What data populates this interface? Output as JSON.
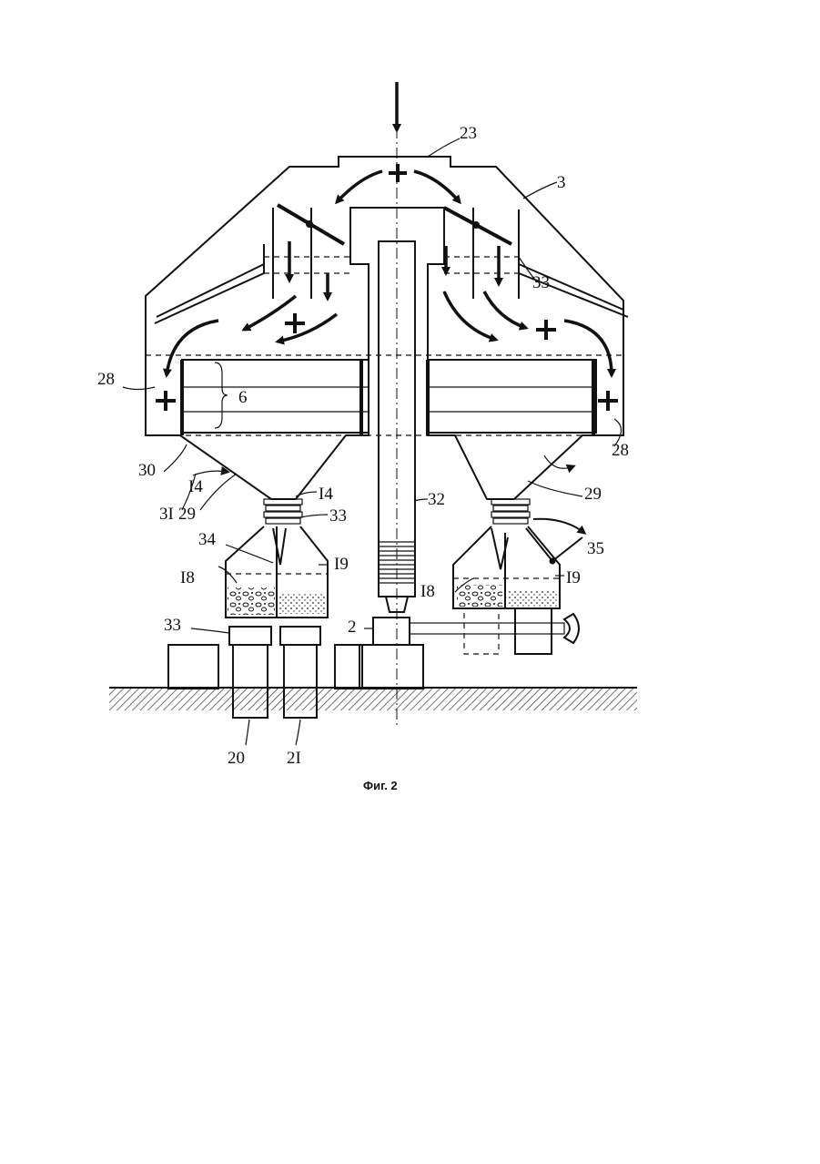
{
  "figure": {
    "caption": "Фиг. 2",
    "labels": {
      "l23": "23",
      "l3": "3",
      "l33a": "33",
      "l28left": "28",
      "l6": "6",
      "l28right": "28",
      "l30": "30",
      "l14a": "I4",
      "l14b": "I4",
      "l31": "3I",
      "l29a": "29",
      "l29b": "29",
      "l32": "32",
      "l33b": "33",
      "l34": "34",
      "l35": "35",
      "l18a": "I8",
      "l19a": "I9",
      "l18b": "I8",
      "l19b": "I9",
      "l33c": "33",
      "l2": "2",
      "l20": "20",
      "l21": "2I"
    }
  }
}
